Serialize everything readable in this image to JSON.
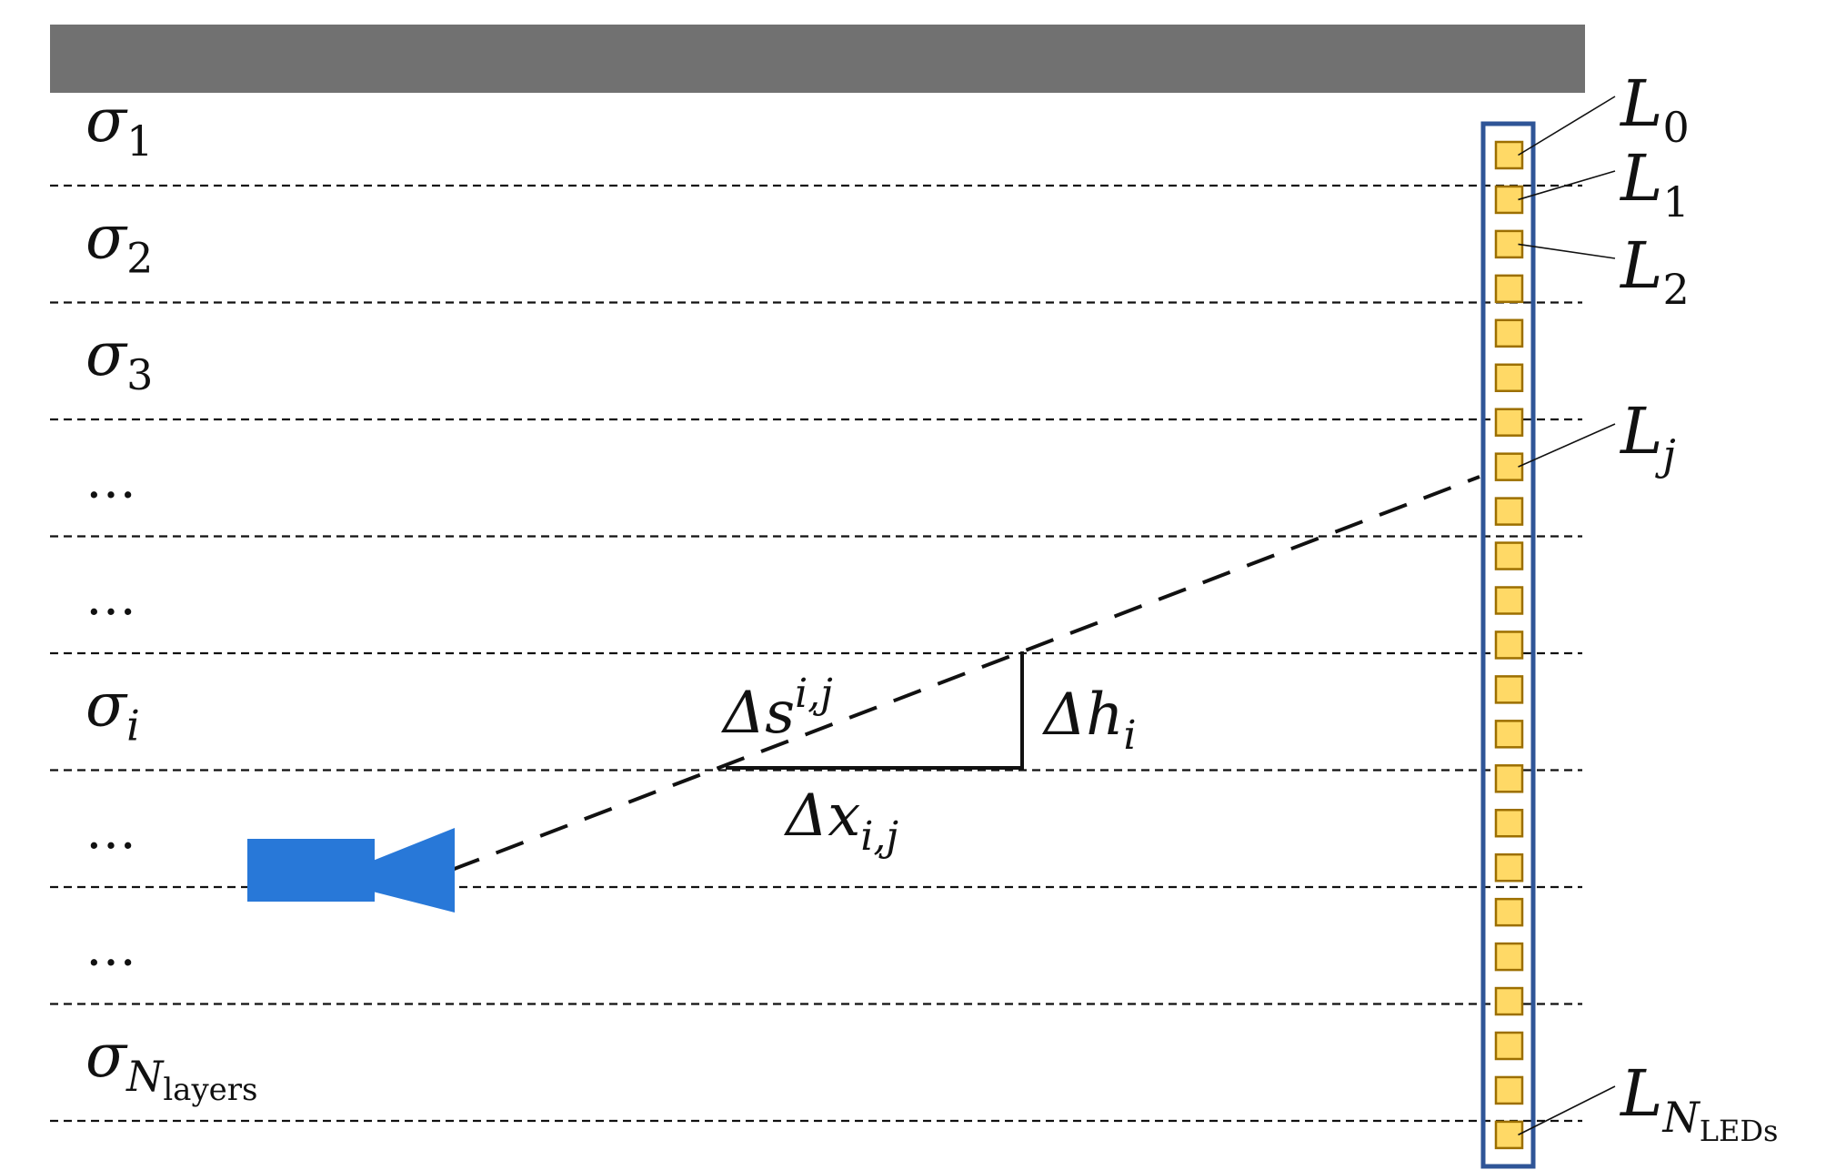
{
  "colors": {
    "ceiling": "#717171",
    "led_fill": "#ffd966",
    "led_stroke": "#9c6f00",
    "strip_border": "#2f5597",
    "camera": "#2878d8",
    "line": "#111111"
  },
  "layers": [
    {
      "sym": "σ",
      "sub": "1",
      "sub_style": "upright"
    },
    {
      "sym": "σ",
      "sub": "2",
      "sub_style": "upright"
    },
    {
      "sym": "σ",
      "sub": "3",
      "sub_style": "upright"
    },
    {
      "sym": "…",
      "sub": "",
      "sub_style": "upright"
    },
    {
      "sym": "…",
      "sub": "",
      "sub_style": "upright"
    },
    {
      "sym": "σ",
      "sub": "i",
      "sub_style": "italic"
    },
    {
      "sym": "…",
      "sub": "",
      "sub_style": "upright"
    },
    {
      "sym": "…",
      "sub": "",
      "sub_style": "upright"
    },
    {
      "sym": "σ",
      "sub": "N",
      "sub_style": "italic",
      "subsub": "layers"
    }
  ],
  "leds": {
    "count": 23,
    "labels": [
      {
        "index": 0,
        "sym": "L",
        "sub": "0",
        "sub_style": "upright"
      },
      {
        "index": 1,
        "sym": "L",
        "sub": "1",
        "sub_style": "upright"
      },
      {
        "index": 2,
        "sym": "L",
        "sub": "2",
        "sub_style": "upright"
      },
      {
        "index": 7,
        "sym": "L",
        "sub": "j",
        "sub_style": "italic"
      },
      {
        "index": 22,
        "sym": "L",
        "sub": "N",
        "sub_style": "italic",
        "subsub": "LEDs"
      }
    ]
  },
  "annotations": {
    "ds": {
      "sym": "Δs",
      "sub": "i,j"
    },
    "dh": {
      "sym": "Δh",
      "sub": "i"
    },
    "dx": {
      "sym": "Δx",
      "sub": "i,j"
    }
  }
}
